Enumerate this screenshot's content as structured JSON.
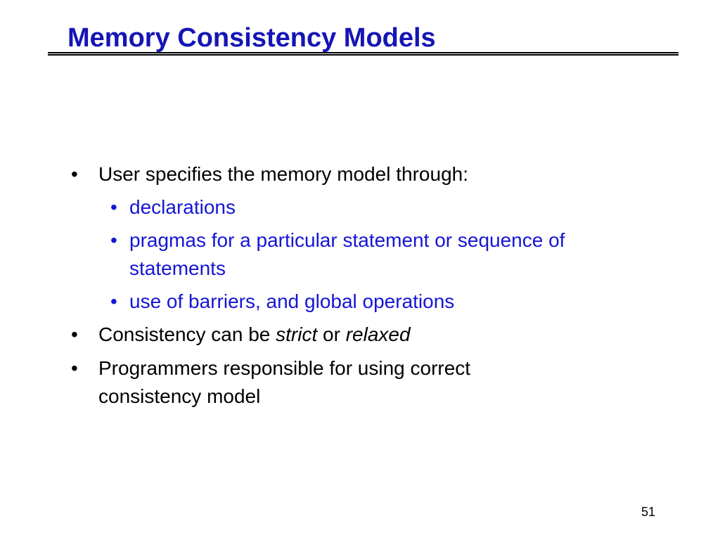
{
  "slide": {
    "title": "Memory Consistency Models",
    "bullet_marker": "•",
    "bullets": [
      {
        "text": "User specifies the memory model through:"
      },
      {
        "text": "declarations"
      },
      {
        "text_line1": "pragmas for a particular statement or sequence of",
        "text_line2": "statements"
      },
      {
        "text": "use of barriers, and global operations"
      },
      {
        "text_before": "Consistency can be ",
        "em1": "strict",
        "text_mid": " or ",
        "em2": "relaxed"
      },
      {
        "text_line1": "Programmers responsible for using correct",
        "text_line2": "consistency model"
      }
    ],
    "page_number": "51"
  },
  "colors": {
    "title": "#1515b5",
    "sub_bullet": "#1515d5",
    "body_text": "#000000",
    "background": "#ffffff"
  }
}
